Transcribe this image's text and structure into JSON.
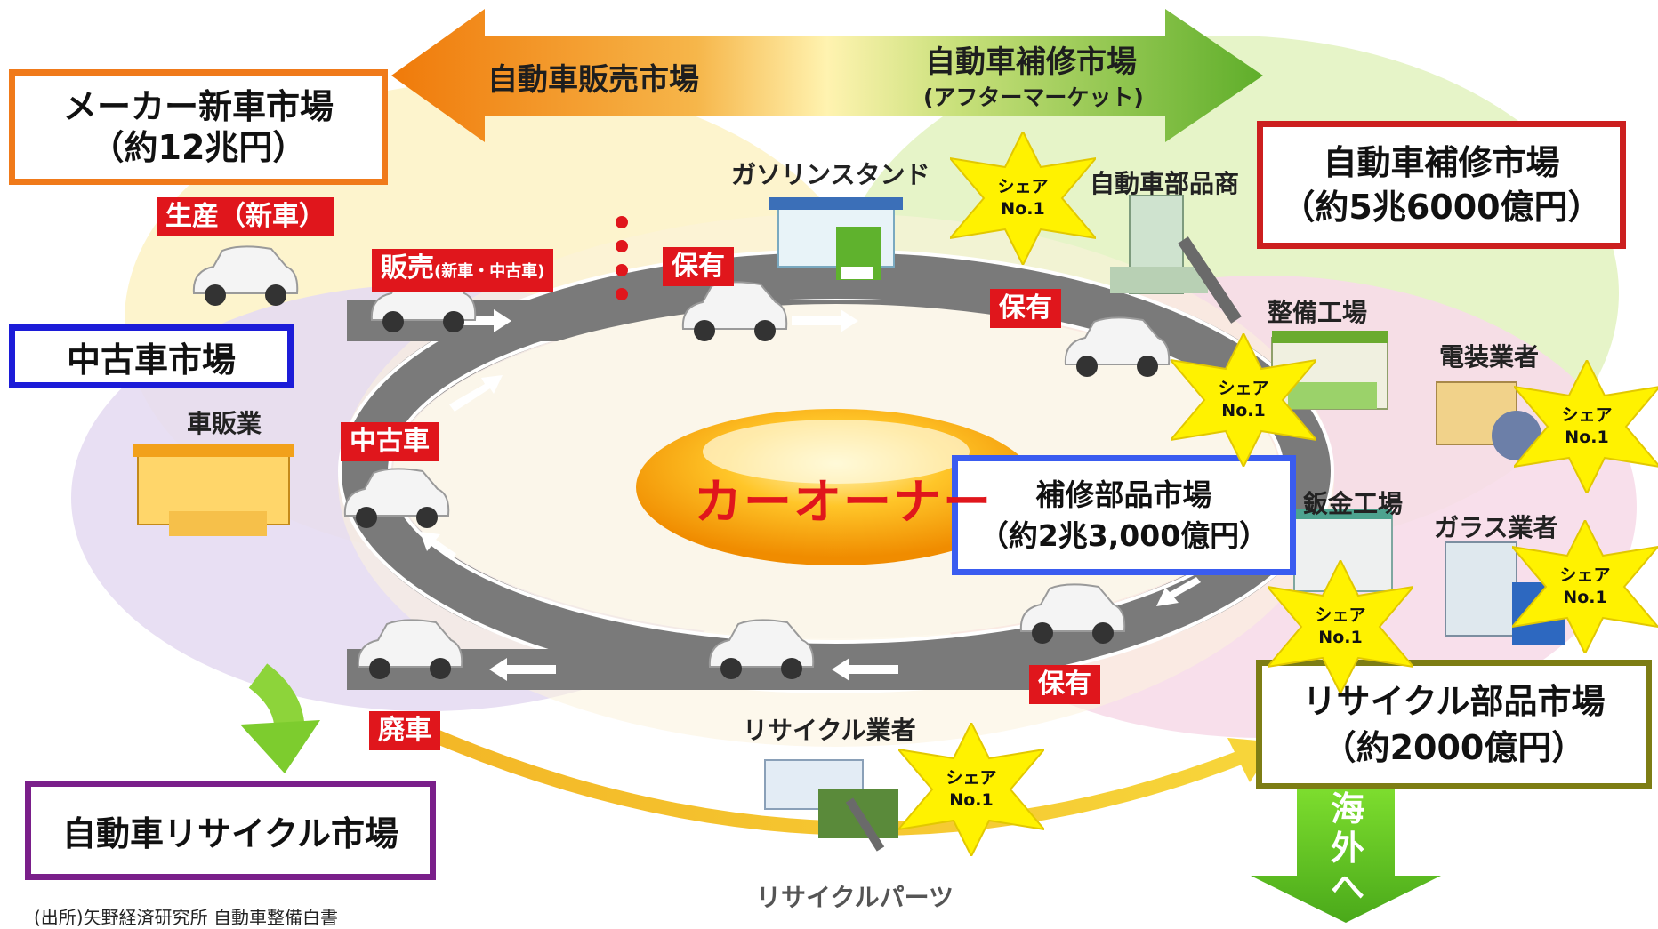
{
  "arrow_top": {
    "left_label": "自動車販売市場",
    "right_label": "自動車補修市場",
    "right_sub": "(アフターマーケット)"
  },
  "boxes": {
    "maker": {
      "line1": "メーカー新車市場",
      "line2": "（約12兆円）",
      "color": "#f07a1a"
    },
    "used": {
      "line1": "中古車市場",
      "color": "#1c1cd8"
    },
    "repair": {
      "line1": "自動車補修市場",
      "line2": "（約5兆6000億円）",
      "color": "#cc1f1f"
    },
    "parts": {
      "line1": "補修部品市場",
      "line2": "（約2兆3,000億円）",
      "color": "#3a5cf0"
    },
    "recycle_parts": {
      "line1": "リサイクル部品市場",
      "line2": "（約2000億円）",
      "color": "#7d7d14"
    },
    "recycle": {
      "line1": "自動車リサイクル市場",
      "color": "#7a1f8a"
    }
  },
  "red_tags": {
    "production": "生産（新車）",
    "sales": "販売",
    "sales_sub": "(新車・中古車)",
    "owned1": "保有",
    "owned2": "保有",
    "owned3": "保有",
    "used_car": "中古車",
    "scrap": "廃車"
  },
  "labels": {
    "gas_station": "ガソリンスタンド",
    "parts_dealer": "自動車部品商",
    "service_shop": "整備工場",
    "electric": "電装業者",
    "dealer": "車販業",
    "body_shop": "鈑金工場",
    "glass": "ガラス業者",
    "recycler": "リサイクル業者",
    "recycle_parts": "リサイクルパーツ",
    "car_owner": "カーオーナー",
    "overseas": "海外へ",
    "source": "(出所)矢野経済研究所  自動車整備白書"
  },
  "stars": {
    "line1": "シェア",
    "line2": "No.1"
  },
  "colors": {
    "tag_red": "#e0161c",
    "star_fill": "#fff200",
    "road": "#7a7a7a",
    "owner_orange": "#f5a000",
    "arrow_green": "#5bbd1f"
  }
}
